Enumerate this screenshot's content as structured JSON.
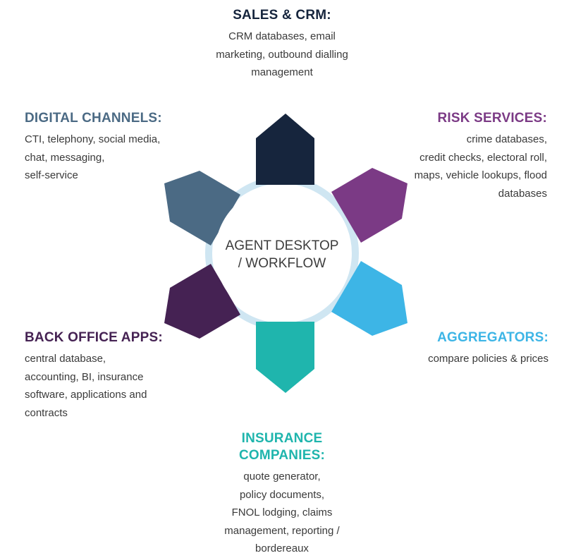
{
  "center": {
    "lines": [
      "AGENT DESKTOP",
      "/ WORKFLOW"
    ]
  },
  "segments": {
    "sales": {
      "title_lines": [
        "SALES & CRM:"
      ],
      "body_lines": [
        "CRM databases, email",
        "marketing, outbound dialling",
        "management"
      ],
      "color": "#16253d"
    },
    "risk": {
      "title_lines": [
        "RISK SERVICES:"
      ],
      "body_lines": [
        "crime databases,",
        "credit checks, electoral roll,",
        "maps, vehicle lookups, flood",
        "databases"
      ],
      "color": "#7b3a85"
    },
    "aggregators": {
      "title_lines": [
        "AGGREGATORS:"
      ],
      "body_lines": [
        "compare policies & prices"
      ],
      "color": "#3db5e6"
    },
    "insurance": {
      "title_lines": [
        "INSURANCE",
        "COMPANIES:"
      ],
      "body_lines": [
        "quote generator,",
        "policy documents,",
        "FNOL lodging, claims",
        "management, reporting /",
        "bordereaux"
      ],
      "color": "#1fb5ad"
    },
    "backoffice": {
      "title_lines": [
        "BACK OFFICE APPS:"
      ],
      "body_lines": [
        "central database,",
        "accounting, BI, insurance",
        "software, applications and",
        "contracts"
      ],
      "color": "#452253"
    },
    "digital": {
      "title_lines": [
        "DIGITAL CHANNELS:"
      ],
      "body_lines": [
        "CTI, telephony, social media,",
        "chat, messaging,",
        "self-service"
      ],
      "color": "#4b6a84"
    }
  },
  "ring_color": "#cfe6f2"
}
